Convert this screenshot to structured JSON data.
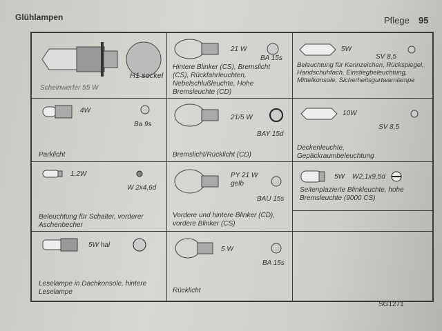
{
  "header": {
    "section": "Glühlampen",
    "chapter": "Pflege",
    "page": "95"
  },
  "cells": [
    {
      "watt": "",
      "socket": "H1 sockel",
      "desc": "Scheinwerfer 55 W"
    },
    {
      "watt": "21 W",
      "socket": "BA 15s",
      "desc": "Hintere Blinker (CS), Bremslicht (CS), Rückfahrleuchten, Nebelschlußleuchte, Hohe Bremsleuchte (CD)"
    },
    {
      "watt": "5W",
      "socket": "SV 8,5",
      "desc": "Beleuchtung für Kennzeichen, Rückspiegel, Handschuhfach, Einstiegbeleuchtung, Mittelkonsole, Sicherheitsgurtwarnlampe"
    },
    {
      "watt": "4W",
      "socket": "Ba 9s",
      "desc": "Parklicht"
    },
    {
      "watt": "21/5 W",
      "socket": "BAY 15d",
      "desc": "Bremslicht/Rücklicht (CD)"
    },
    {
      "watt": "10W",
      "socket": "SV 8,5",
      "desc": "Deckenleuchte, Gepäckraumbeleuchtung"
    },
    {
      "watt": "1,2W",
      "socket": "W 2x4,6d",
      "desc": "Beleuchtung für Schalter, vorderer Aschenbecher"
    },
    {
      "watt": "PY 21 W gelb",
      "socket": "BAU 15s",
      "desc": "Vordere und hintere Blinker (CD), vordere Blinker (CS)"
    },
    {
      "watt": "5W",
      "socket": "W2,1x9,5d",
      "desc": "Seitenplazierte Blinkleuchte, hohe Bremsleuchte (9000 CS)"
    },
    {
      "watt": "5W hal",
      "socket": "",
      "desc": "Leselampe in Dachkonsole, hintere Leselampe"
    },
    {
      "watt": "5 W",
      "socket": "BA 15s",
      "desc": "Rücklicht"
    }
  ],
  "figure_code": "SG1271"
}
